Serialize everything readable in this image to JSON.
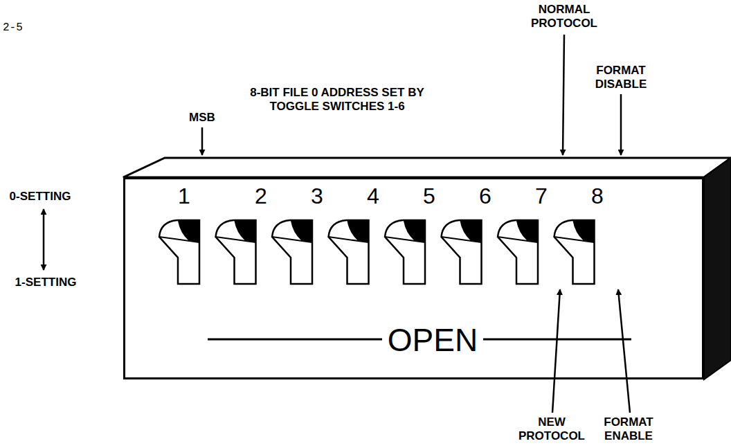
{
  "diagram": {
    "nodes": [
      {
        "text": [
          "1",
          "2",
          "3",
          "4",
          "5",
          "6",
          "7",
          "8",
          "OPEN"
        ]
      }
    ],
    "labels": [
      "2-5",
      "NORMAL PROTOCOL",
      "FORMAT DISABLE",
      "8-BIT FILE 0 ADDRESS SET BY TOGGLE SWITCHES 1-6",
      "MSB",
      "0-SETTING",
      "1-SETTING",
      "NEW PROTOCOL",
      "FORMAT ENABLE"
    ]
  }
}
